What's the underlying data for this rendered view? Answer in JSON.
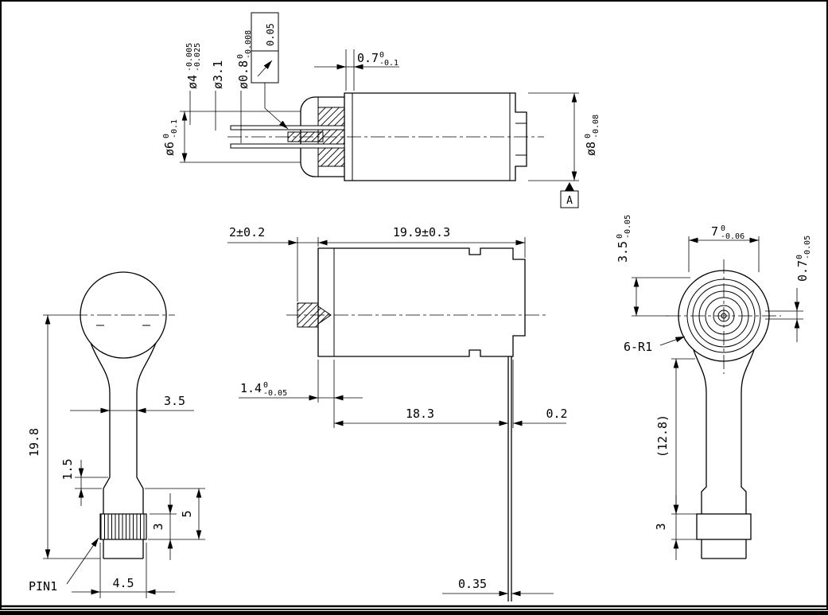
{
  "drawing": {
    "section_view": {
      "dia4": {
        "main": "ø4",
        "upper": "-0.005",
        "lower": "-0.025"
      },
      "dia31": {
        "main": "ø3.1"
      },
      "dia08": {
        "main": "ø0.8",
        "upper": "0",
        "lower": "-0.008"
      },
      "runout_value": "0.05",
      "len07": {
        "main": "0.7",
        "upper": "0",
        "lower": "-0.1"
      },
      "dia6": {
        "main": "ø6",
        "upper": "0",
        "lower": "-0.1"
      },
      "dia8": {
        "main": "ø8",
        "upper": "0",
        "lower": "-0.08"
      },
      "datum": "A"
    },
    "front_view": {
      "overall_height": "19.8",
      "stem_width": "3.5",
      "step_height": "1.5",
      "knurl_height": "3",
      "lower_section_height": "5",
      "knurl_width": "4.5",
      "pin_label": "PIN1"
    },
    "side_view": {
      "tip_length": "2±0.2",
      "overall_length": "19.9±0.3",
      "collar_width": {
        "main": "1.4",
        "upper": "0",
        "lower": "-0.05"
      },
      "body_length": "18.3",
      "lead_gap": "0.2",
      "lead_thickness": "0.35"
    },
    "end_view": {
      "center_offset": {
        "main": "3.5",
        "upper": "0",
        "lower": "-0.05"
      },
      "head_width": {
        "main": "7",
        "upper": "0",
        "lower": "-0.06"
      },
      "slot_width": {
        "main": "0.7",
        "upper": "0",
        "lower": "-0.05"
      },
      "corner_radii": "6-R1",
      "stem_length": "(12.8)",
      "base_height": "3"
    }
  }
}
